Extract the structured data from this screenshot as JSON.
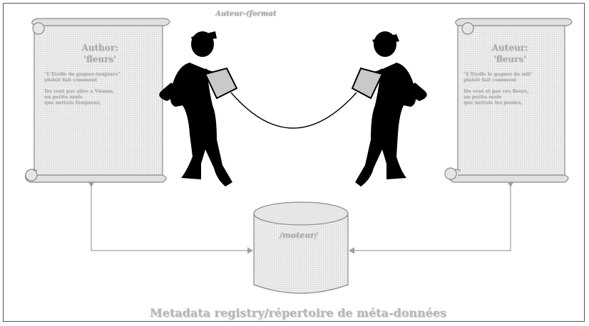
{
  "diagram": {
    "top_title": "Auteur-(format",
    "scroll_left": {
      "title_line1": "Author:",
      "title_line2": "'fleurs'",
      "body": "\"L'Etoile de gagner-toujours\"\nplaisir fait comment\n\nDu vent par ailes a Vienne,\nun petite mule\nque nettoie fougueux,"
    },
    "scroll_right": {
      "title_line1": "Auteur:",
      "title_line2": "'fleurs'",
      "body": "\"L'Etoile le gagner de mil\"\nplaisir fait comment\n\nDu vent et par ces fleurs,\nun petite mule\nque nettoie les poules,"
    },
    "database_label": "/moteur/",
    "caption": "Metadata registry/répertoire de méta-données"
  },
  "colors": {
    "scroll_fill": "#e6e6e6",
    "scroll_stroke": "#8a8a8a",
    "arrow": "#a0a0a0",
    "figure": "#000000",
    "text": "#a9a9a9"
  }
}
